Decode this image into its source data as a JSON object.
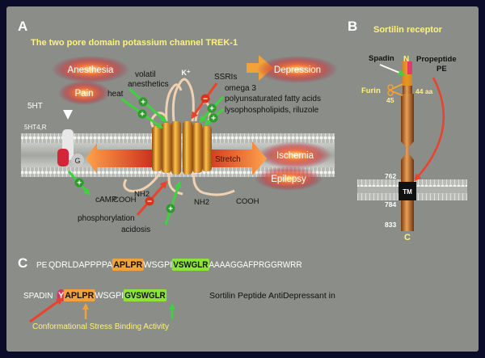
{
  "panel_a": {
    "letter": "A",
    "title": "The two pore domain potassium channel TREK-1",
    "glows": {
      "anesthesia": "Anesthesia",
      "pain": "Pain",
      "depression": "Depression",
      "ischemia": "Ischemia",
      "epilepsy": "Epilepsy"
    },
    "labels": {
      "volatile_anesthetics_line1": "volatil",
      "volatile_anesthetics_line2": "anesthetics",
      "heat": "heat",
      "ssris": "SSRIs",
      "potassium": "K⁺",
      "omega3": "omega 3",
      "pufa": "polyunsaturated fatty acids",
      "lyso": "lysophospholipids, riluzole",
      "serotonin": "5HT",
      "receptor": "5HT4,R",
      "g_protein": "G",
      "stretch": "Stretch",
      "camp": "cAMP",
      "cooh_left": "COOH",
      "nh2_left": "NH2",
      "nh2_right": "NH2",
      "cooh_right": "COOH",
      "phosphorylation": "phosphorylation",
      "acidosis": "acidosis"
    },
    "signs": {
      "plus": "+",
      "minus": "−"
    }
  },
  "panel_b": {
    "letter": "B",
    "title": "Sortilin receptor",
    "labels": {
      "spadin": "Spadin",
      "n_terminus": "N",
      "propeptide_line1": "Propeptide",
      "propeptide_line2": "PE",
      "furin": "Furin",
      "res45": "45",
      "aa44": "44 aa",
      "res762": "762",
      "tm": "TM",
      "res784": "784",
      "res833": "833",
      "c_terminus": "C"
    }
  },
  "panel_c": {
    "letter": "C",
    "pe_label": "PE",
    "pe_segments": [
      {
        "text": "QDRLDAPPPPA",
        "hl": "none"
      },
      {
        "text": "APLPR",
        "hl": "orange"
      },
      {
        "text": "WSGPI",
        "hl": "none"
      },
      {
        "text": "VSWGLR",
        "hl": "green"
      },
      {
        "text": "AAAAGGAFPRGGRWRR",
        "hl": "none"
      }
    ],
    "spadin_label": "SPADIN",
    "spadin_segments": [
      {
        "text": "Y",
        "hl": "red"
      },
      {
        "text": "APLPR",
        "hl": "orange"
      },
      {
        "text": "WSGPI",
        "hl": "none"
      },
      {
        "text": "GVSWGLR",
        "hl": "green"
      }
    ],
    "acronym": "Sortilin Peptide AntiDepressant in",
    "caption": "Conformational Stress Binding Activity"
  },
  "colors": {
    "background": "#8b8d88",
    "border": "#0b0b2a",
    "title_yellow": "#fff27a",
    "highlight_orange": "#f2a23a",
    "highlight_green": "#8ce43a",
    "highlight_red": "#d8345c",
    "activator_green": "#3fd23f",
    "inhibitor_red": "#e8432c",
    "channel_orange": "#e8951f"
  }
}
